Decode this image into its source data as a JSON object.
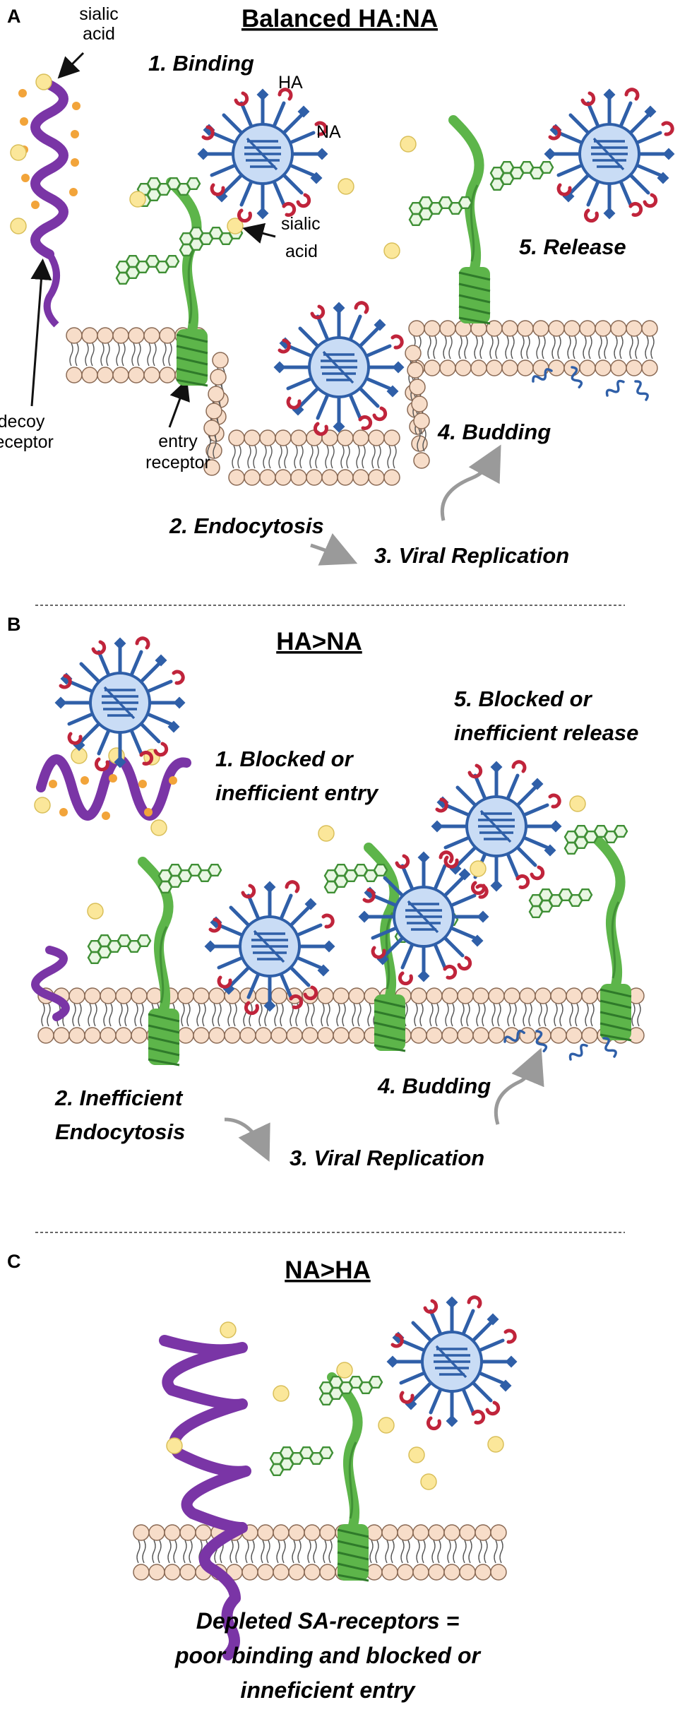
{
  "colors": {
    "virus_fill": "#c9dcf5",
    "virus_stroke": "#2f5fa8",
    "ha_spike": "#2f5fa8",
    "na_cup": "#c0243b",
    "membrane_head": "#f7ddc9",
    "membrane_stroke": "#8a6a55",
    "receptor_green": "#5db54a",
    "receptor_dark": "#2f7a2a",
    "decoy_purple": "#7a35a6",
    "sialic_yellow": "#fbe79a",
    "orange_bead": "#f2a43a",
    "arrow_gray": "#9a9a9a",
    "rna_blue": "#2f5fa8"
  },
  "panels": {
    "a": {
      "letter": "A",
      "title": "Balanced HA:NA",
      "labels": {
        "sialic_acid_top": [
          "sialic",
          "acid"
        ],
        "ha": "HA",
        "na": "NA",
        "sialic_acid_mid": [
          "sialic",
          "acid"
        ],
        "decoy_receptor": [
          "decoy",
          "receptor"
        ],
        "entry_receptor": [
          "entry",
          "receptor"
        ]
      },
      "steps": {
        "binding": "1. Binding",
        "endocytosis": "2. Endocytosis",
        "replication": "3. Viral Replication",
        "budding": "4. Budding",
        "release": "5. Release"
      }
    },
    "b": {
      "letter": "B",
      "title": "HA>NA",
      "steps": {
        "entry": [
          "1. Blocked or",
          "inefficient entry"
        ],
        "endocytosis": [
          "2. Inefficient",
          "Endocytosis"
        ],
        "replication": "3. Viral Replication",
        "budding": "4. Budding",
        "release": [
          "5. Blocked or",
          "inefficient release"
        ]
      }
    },
    "c": {
      "letter": "C",
      "title": "NA>HA",
      "caption": [
        "Depleted SA-receptors =",
        "poor binding and blocked or",
        "inneficient entry"
      ]
    }
  }
}
